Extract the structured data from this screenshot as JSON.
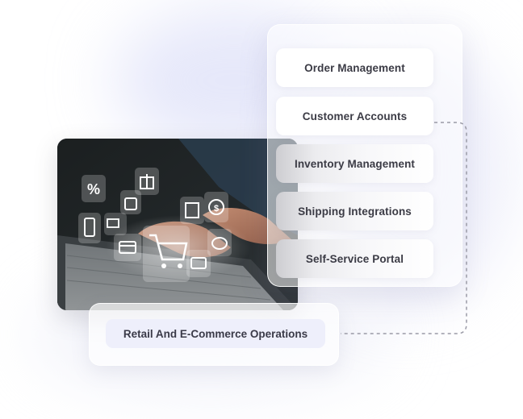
{
  "menu": {
    "items": [
      {
        "label": "Order Management"
      },
      {
        "label": "Customer Accounts"
      },
      {
        "label": "Inventory Management"
      },
      {
        "label": "Shipping Integrations"
      },
      {
        "label": "Self-Service Portal"
      }
    ]
  },
  "caption": {
    "label": "Retail And E-Commerce Operations"
  },
  "photo": {
    "icons": [
      "percent-icon",
      "gift-icon",
      "shopping-bag-icon",
      "store-icon",
      "dollar-exchange-icon",
      "smartphone-icon",
      "delivery-truck-icon",
      "credit-card-icon",
      "shopping-cart-icon",
      "piggy-bank-icon",
      "wallet-icon"
    ],
    "icon_glyphs": {
      "percent": "%",
      "dollar": "$"
    }
  },
  "colors": {
    "accent_tag": "#eeeffb",
    "text": "#3b3b45",
    "connector": "#9a9aa6"
  }
}
